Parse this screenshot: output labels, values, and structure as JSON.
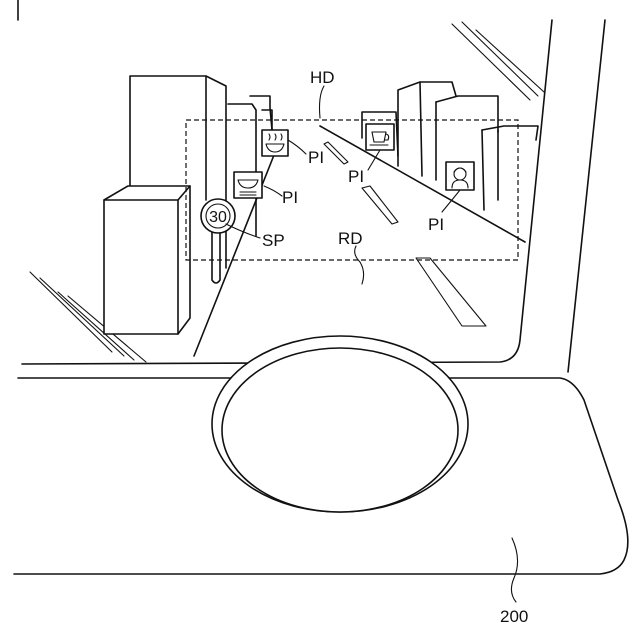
{
  "labels": {
    "hd": "HD",
    "rd": "RD",
    "sp": "SP",
    "pi": "PI",
    "device": "200"
  },
  "speed_sign": {
    "value": "30"
  },
  "icons": {
    "poi_1": "hot-soup-bowl-icon",
    "poi_2": "ramen-bowl-icon",
    "poi_3": "coffee-cup-icon",
    "poi_4": "person-face-icon"
  }
}
